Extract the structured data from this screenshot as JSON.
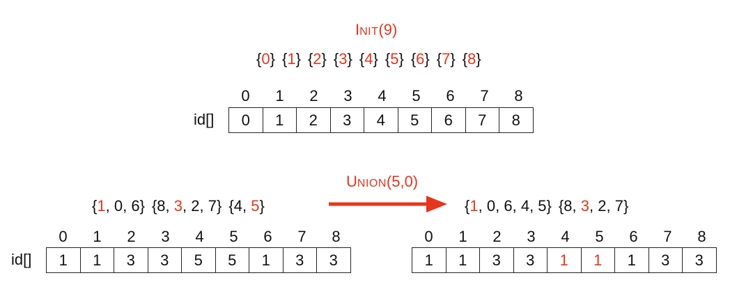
{
  "colors": {
    "accent": "#e8341c",
    "text": "#111111",
    "border": "#222222"
  },
  "init": {
    "op_cap": "I",
    "op_rest": "NIT",
    "op_args": "(9)",
    "sets": [
      {
        "open": "{",
        "elems": [
          {
            "t": "0",
            "hl": true
          }
        ],
        "close": "}"
      },
      {
        "open": "{",
        "elems": [
          {
            "t": "1",
            "hl": true
          }
        ],
        "close": "}"
      },
      {
        "open": "{",
        "elems": [
          {
            "t": "2",
            "hl": true
          }
        ],
        "close": "}"
      },
      {
        "open": "{",
        "elems": [
          {
            "t": "3",
            "hl": true
          }
        ],
        "close": "}"
      },
      {
        "open": "{",
        "elems": [
          {
            "t": "4",
            "hl": true
          }
        ],
        "close": "}"
      },
      {
        "open": "{",
        "elems": [
          {
            "t": "5",
            "hl": true
          }
        ],
        "close": "}"
      },
      {
        "open": "{",
        "elems": [
          {
            "t": "6",
            "hl": true
          }
        ],
        "close": "}"
      },
      {
        "open": "{",
        "elems": [
          {
            "t": "7",
            "hl": true
          }
        ],
        "close": "}"
      },
      {
        "open": "{",
        "elems": [
          {
            "t": "8",
            "hl": true
          }
        ],
        "close": "}"
      }
    ],
    "array_label": "id[]",
    "indices": [
      "0",
      "1",
      "2",
      "3",
      "4",
      "5",
      "6",
      "7",
      "8"
    ],
    "values": [
      {
        "v": "0",
        "hl": false
      },
      {
        "v": "1",
        "hl": false
      },
      {
        "v": "2",
        "hl": false
      },
      {
        "v": "3",
        "hl": false
      },
      {
        "v": "4",
        "hl": false
      },
      {
        "v": "5",
        "hl": false
      },
      {
        "v": "6",
        "hl": false
      },
      {
        "v": "7",
        "hl": false
      },
      {
        "v": "8",
        "hl": false
      }
    ]
  },
  "union": {
    "op_cap": "U",
    "op_rest": "NION",
    "op_args": "(5,0)",
    "before": {
      "sets": [
        {
          "open": "{",
          "elems": [
            {
              "t": "1",
              "hl": true
            },
            {
              "t": "0",
              "hl": false
            },
            {
              "t": "6",
              "hl": false
            }
          ],
          "close": "}"
        },
        {
          "open": "{",
          "elems": [
            {
              "t": "8",
              "hl": false
            },
            {
              "t": "3",
              "hl": true
            },
            {
              "t": "2",
              "hl": false
            },
            {
              "t": "7",
              "hl": false
            }
          ],
          "close": "}"
        },
        {
          "open": "{",
          "elems": [
            {
              "t": "4",
              "hl": false
            },
            {
              "t": "5",
              "hl": true
            }
          ],
          "close": "}"
        }
      ],
      "array_label": "id[]",
      "indices": [
        "0",
        "1",
        "2",
        "3",
        "4",
        "5",
        "6",
        "7",
        "8"
      ],
      "values": [
        {
          "v": "1",
          "hl": false
        },
        {
          "v": "1",
          "hl": false
        },
        {
          "v": "3",
          "hl": false
        },
        {
          "v": "3",
          "hl": false
        },
        {
          "v": "5",
          "hl": false
        },
        {
          "v": "5",
          "hl": false
        },
        {
          "v": "1",
          "hl": false
        },
        {
          "v": "3",
          "hl": false
        },
        {
          "v": "3",
          "hl": false
        }
      ]
    },
    "after": {
      "sets": [
        {
          "open": "{",
          "elems": [
            {
              "t": "1",
              "hl": true
            },
            {
              "t": "0",
              "hl": false
            },
            {
              "t": "6",
              "hl": false
            },
            {
              "t": "4",
              "hl": false
            },
            {
              "t": "5",
              "hl": false
            }
          ],
          "close": "}"
        },
        {
          "open": "{",
          "elems": [
            {
              "t": "8",
              "hl": false
            },
            {
              "t": "3",
              "hl": true
            },
            {
              "t": "2",
              "hl": false
            },
            {
              "t": "7",
              "hl": false
            }
          ],
          "close": "}"
        }
      ],
      "indices": [
        "0",
        "1",
        "2",
        "3",
        "4",
        "5",
        "6",
        "7",
        "8"
      ],
      "values": [
        {
          "v": "1",
          "hl": false
        },
        {
          "v": "1",
          "hl": false
        },
        {
          "v": "3",
          "hl": false
        },
        {
          "v": "3",
          "hl": false
        },
        {
          "v": "1",
          "hl": true
        },
        {
          "v": "1",
          "hl": true
        },
        {
          "v": "1",
          "hl": false
        },
        {
          "v": "3",
          "hl": false
        },
        {
          "v": "3",
          "hl": false
        }
      ]
    }
  }
}
